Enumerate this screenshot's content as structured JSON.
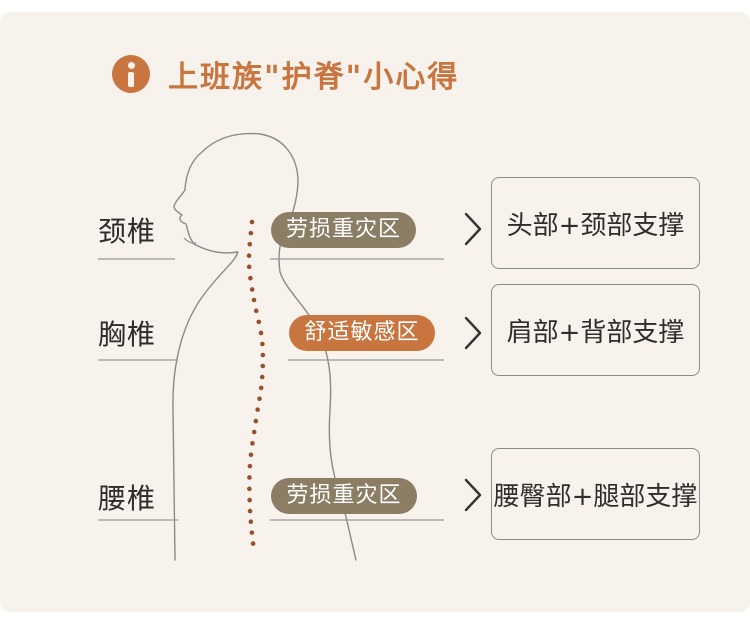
{
  "header": {
    "icon": "info-icon",
    "title": "上班族\"护脊\"小心得"
  },
  "colors": {
    "accent": "#c8753f",
    "tag_brown": "#8c7d65",
    "background": "#f7f2ec"
  },
  "regions": [
    {
      "label": "颈椎",
      "tag": "劳损重灾区",
      "support": "头部+颈部支撑"
    },
    {
      "label": "胸椎",
      "tag": "舒适敏感区",
      "support": "肩部+背部支撑"
    },
    {
      "label": "腰椎",
      "tag": "劳损重灾区",
      "support": "腰臀部+腿部支撑"
    }
  ]
}
